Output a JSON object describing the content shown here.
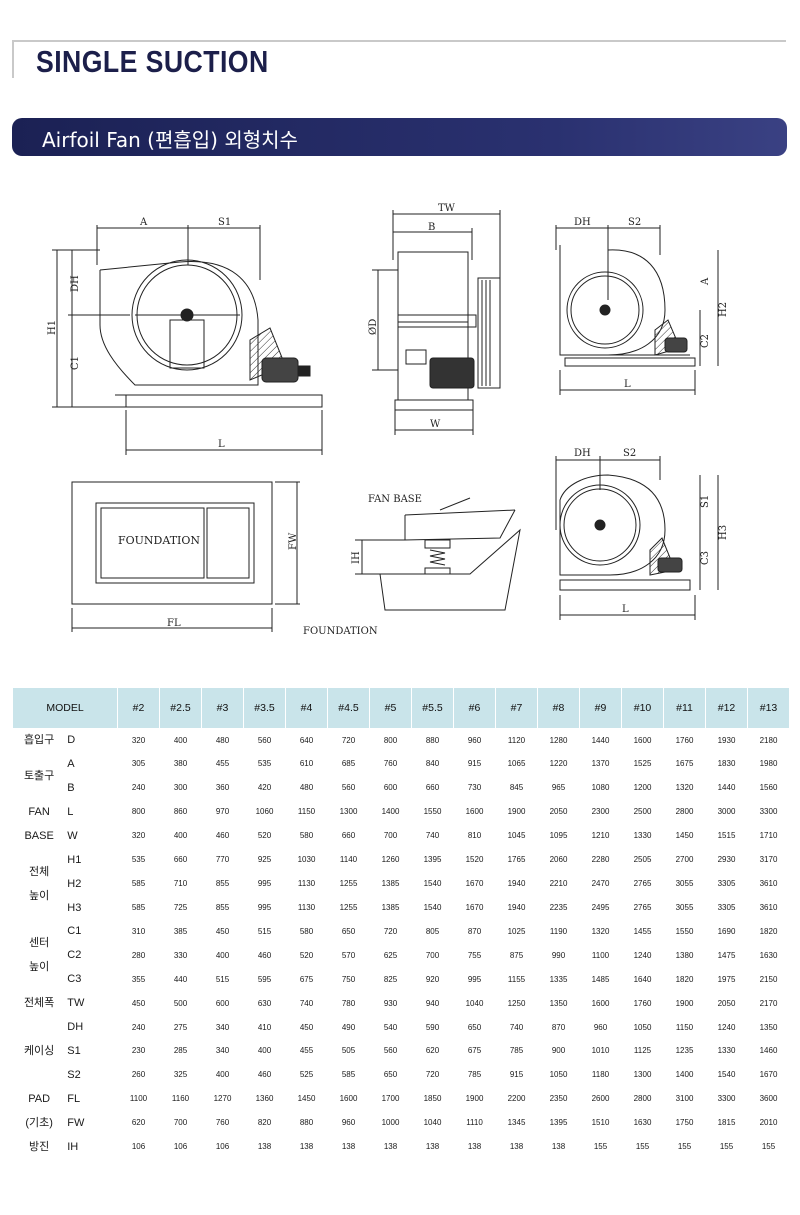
{
  "header": {
    "title": "SINGLE SUCTION",
    "banner": "Airfoil Fan (편흡입) 외형치수"
  },
  "drawings": {
    "front_view": {
      "dims": [
        "A",
        "S1",
        "DH",
        "H1",
        "C1",
        "L"
      ]
    },
    "side_view": {
      "dims": [
        "TW",
        "B",
        "ØD",
        "W"
      ]
    },
    "right_view_top": {
      "dims": [
        "DH",
        "S2",
        "A",
        "H2",
        "C2",
        "L"
      ]
    },
    "right_view_bottom": {
      "dims": [
        "DH",
        "S2",
        "S1",
        "H3",
        "C3",
        "L"
      ]
    },
    "foundation_plan": {
      "label": "FOUNDATION",
      "dims": [
        "FL",
        "FW"
      ]
    },
    "base_section": {
      "labels": [
        "FAN BASE",
        "FOUNDATION"
      ],
      "dims": [
        "IH"
      ]
    }
  },
  "table": {
    "model_label": "MODEL",
    "models": [
      "#2",
      "#2.5",
      "#3",
      "#3.5",
      "#4",
      "#4.5",
      "#5",
      "#5.5",
      "#6",
      "#7",
      "#8",
      "#9",
      "#10",
      "#11",
      "#12",
      "#13"
    ],
    "groups": [
      {
        "cat": [
          "흡입구"
        ],
        "rows": [
          {
            "code": "D",
            "values": [
              "320",
              "400",
              "480",
              "560",
              "640",
              "720",
              "800",
              "880",
              "960",
              "1120",
              "1280",
              "1440",
              "1600",
              "1760",
              "1930",
              "2180"
            ]
          }
        ]
      },
      {
        "cat": [
          "토출구"
        ],
        "rows": [
          {
            "code": "A",
            "values": [
              "305",
              "380",
              "455",
              "535",
              "610",
              "685",
              "760",
              "840",
              "915",
              "1065",
              "1220",
              "1370",
              "1525",
              "1675",
              "1830",
              "1980"
            ]
          },
          {
            "code": "B",
            "values": [
              "240",
              "300",
              "360",
              "420",
              "480",
              "560",
              "600",
              "660",
              "730",
              "845",
              "965",
              "1080",
              "1200",
              "1320",
              "1440",
              "1560"
            ]
          }
        ]
      },
      {
        "cat": [
          "FAN"
        ],
        "rows": [
          {
            "code": "L",
            "values": [
              "800",
              "860",
              "970",
              "1060",
              "1150",
              "1300",
              "1400",
              "1550",
              "1600",
              "1900",
              "2050",
              "2300",
              "2500",
              "2800",
              "3000",
              "3300"
            ]
          }
        ]
      },
      {
        "cat": [
          "BASE"
        ],
        "rows": [
          {
            "code": "W",
            "values": [
              "320",
              "400",
              "460",
              "520",
              "580",
              "660",
              "700",
              "740",
              "810",
              "1045",
              "1095",
              "1210",
              "1330",
              "1450",
              "1515",
              "1710"
            ]
          }
        ]
      },
      {
        "cat": [
          "전체",
          "높이"
        ],
        "rows": [
          {
            "code": "H1",
            "values": [
              "535",
              "660",
              "770",
              "925",
              "1030",
              "1140",
              "1260",
              "1395",
              "1520",
              "1765",
              "2060",
              "2280",
              "2505",
              "2700",
              "2930",
              "3170"
            ]
          },
          {
            "code": "H2",
            "values": [
              "585",
              "710",
              "855",
              "995",
              "1130",
              "1255",
              "1385",
              "1540",
              "1670",
              "1940",
              "2210",
              "2470",
              "2765",
              "3055",
              "3305",
              "3610"
            ]
          },
          {
            "code": "H3",
            "values": [
              "585",
              "725",
              "855",
              "995",
              "1130",
              "1255",
              "1385",
              "1540",
              "1670",
              "1940",
              "2235",
              "2495",
              "2765",
              "3055",
              "3305",
              "3610"
            ]
          }
        ]
      },
      {
        "cat": [
          "센터",
          "높이"
        ],
        "rows": [
          {
            "code": "C1",
            "values": [
              "310",
              "385",
              "450",
              "515",
              "580",
              "650",
              "720",
              "805",
              "870",
              "1025",
              "1190",
              "1320",
              "1455",
              "1550",
              "1690",
              "1820"
            ]
          },
          {
            "code": "C2",
            "values": [
              "280",
              "330",
              "400",
              "460",
              "520",
              "570",
              "625",
              "700",
              "755",
              "875",
              "990",
              "1100",
              "1240",
              "1380",
              "1475",
              "1630"
            ]
          },
          {
            "code": "C3",
            "values": [
              "355",
              "440",
              "515",
              "595",
              "675",
              "750",
              "825",
              "920",
              "995",
              "1155",
              "1335",
              "1485",
              "1640",
              "1820",
              "1975",
              "2150"
            ]
          }
        ]
      },
      {
        "cat": [
          "전체폭"
        ],
        "rows": [
          {
            "code": "TW",
            "values": [
              "450",
              "500",
              "600",
              "630",
              "740",
              "780",
              "930",
              "940",
              "1040",
              "1250",
              "1350",
              "1600",
              "1760",
              "1900",
              "2050",
              "2170"
            ]
          }
        ]
      },
      {
        "cat": [
          "케이싱"
        ],
        "rows": [
          {
            "code": "DH",
            "values": [
              "240",
              "275",
              "340",
              "410",
              "450",
              "490",
              "540",
              "590",
              "650",
              "740",
              "870",
              "960",
              "1050",
              "1150",
              "1240",
              "1350"
            ]
          },
          {
            "code": "S1",
            "values": [
              "230",
              "285",
              "340",
              "400",
              "455",
              "505",
              "560",
              "620",
              "675",
              "785",
              "900",
              "1010",
              "1125",
              "1235",
              "1330",
              "1460"
            ]
          },
          {
            "code": "S2",
            "values": [
              "260",
              "325",
              "400",
              "460",
              "525",
              "585",
              "650",
              "720",
              "785",
              "915",
              "1050",
              "1180",
              "1300",
              "1400",
              "1540",
              "1670"
            ]
          }
        ]
      },
      {
        "cat": [
          "PAD",
          "(기초)"
        ],
        "rows": [
          {
            "code": "FL",
            "values": [
              "1100",
              "1160",
              "1270",
              "1360",
              "1450",
              "1600",
              "1700",
              "1850",
              "1900",
              "2200",
              "2350",
              "2600",
              "2800",
              "3100",
              "3300",
              "3600"
            ]
          },
          {
            "code": "FW",
            "values": [
              "620",
              "700",
              "760",
              "820",
              "880",
              "960",
              "1000",
              "1040",
              "1110",
              "1345",
              "1395",
              "1510",
              "1630",
              "1750",
              "1815",
              "2010"
            ]
          }
        ]
      },
      {
        "cat": [
          "방진"
        ],
        "rows": [
          {
            "code": "IH",
            "values": [
              "106",
              "106",
              "106",
              "138",
              "138",
              "138",
              "138",
              "138",
              "138",
              "138",
              "138",
              "155",
              "155",
              "155",
              "155",
              "155"
            ]
          }
        ]
      }
    ]
  }
}
